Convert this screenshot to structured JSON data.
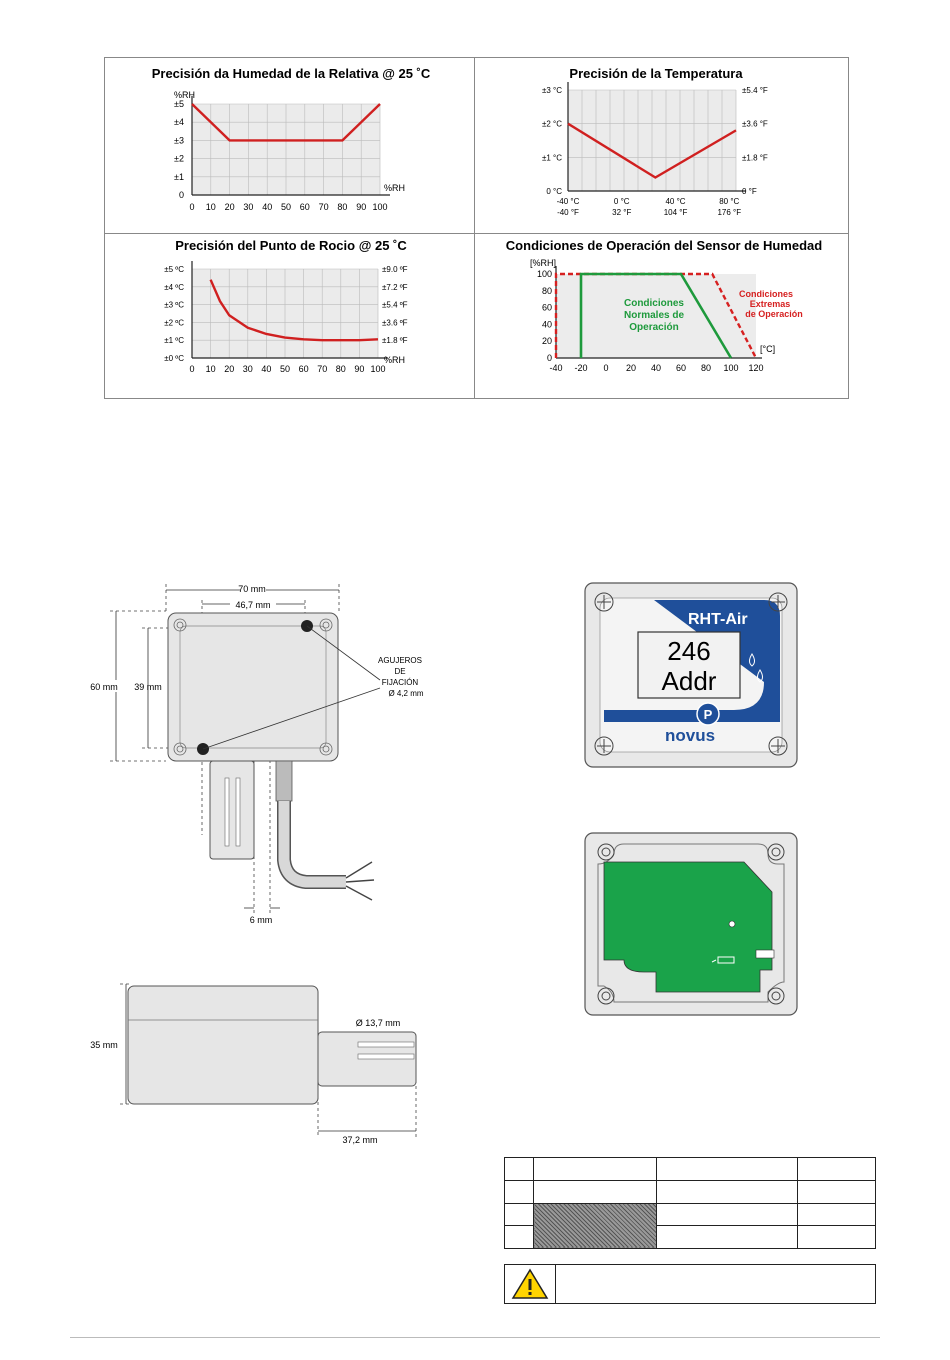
{
  "charts": {
    "humidity_accuracy": {
      "title": "Precisión da Humedad de la Relativa @ 25 ˚C",
      "y_unit": "%RH",
      "y_ticks": [
        "±5",
        "±4",
        "±3",
        "±2",
        "±1",
        "0"
      ],
      "x_unit": "%RH",
      "x_ticks": [
        "0",
        "10",
        "20",
        "30",
        "40",
        "50",
        "60",
        "70",
        "80",
        "90",
        "100"
      ]
    },
    "temperature_accuracy": {
      "title": "Precisión de la Temperatura",
      "y_left_ticks": [
        "±3 °C",
        "±2 °C",
        "±1 °C",
        "0 °C"
      ],
      "y_right_ticks": [
        "±5.4 °F",
        "±3.6 °F",
        "±1.8 °F",
        "0 °F"
      ],
      "x_ticks_c": [
        "-40 °C",
        "0 °C",
        "40 °C",
        "80 °C"
      ],
      "x_ticks_f": [
        "-40 °F",
        "32 °F",
        "104 °F",
        "176 °F"
      ]
    },
    "dewpoint_accuracy": {
      "title": "Precisión del Punto de Rocio @ 25 ˚C",
      "y_left_ticks": [
        "±5 ºC",
        "±4 ºC",
        "±3 ºC",
        "±2 ºC",
        "±1 ºC",
        "±0 ºC"
      ],
      "y_right_ticks": [
        "±9.0 ºF",
        "±7.2 ºF",
        "±5.4 ºF",
        "±3.6 ºF",
        "±1.8 ºF"
      ],
      "x_unit": "%RH",
      "x_ticks": [
        "0",
        "10",
        "20",
        "30",
        "40",
        "50",
        "60",
        "70",
        "80",
        "90",
        "100"
      ]
    },
    "operating_conditions": {
      "title": "Condiciones de Operación del Sensor de Humedad",
      "y_unit": "[%RH]",
      "y_ticks": [
        "100",
        "80",
        "60",
        "40",
        "20",
        "0"
      ],
      "x_unit": "[°C]",
      "x_ticks": [
        "-40",
        "-20",
        "0",
        "20",
        "40",
        "60",
        "80",
        "100",
        "120"
      ],
      "normal_label": [
        "Condiciones",
        "Normales de",
        "Operación"
      ],
      "extreme_label": [
        "Condiciones",
        "Extremas",
        "de Operación"
      ]
    }
  },
  "chart_data": [
    {
      "type": "line",
      "title": "Precisión da Humedad de la Relativa @ 25 ˚C",
      "xlabel": "%RH",
      "ylabel": "%RH",
      "x": [
        0,
        20,
        80,
        100
      ],
      "y": [
        5,
        3,
        3,
        5
      ],
      "xlim": [
        0,
        100
      ],
      "ylim": [
        0,
        5
      ]
    },
    {
      "type": "line",
      "title": "Precisión de la Temperatura",
      "x": [
        -40,
        25,
        85
      ],
      "y": [
        2,
        0.4,
        1.8
      ],
      "xlim": [
        -40,
        85
      ],
      "ylim": [
        0,
        3
      ]
    },
    {
      "type": "line",
      "title": "Precisión del Punto de Rocio @ 25 ˚C",
      "xlabel": "%RH",
      "x": [
        10,
        15,
        20,
        30,
        40,
        50,
        60,
        70,
        80,
        90,
        100
      ],
      "y": [
        4.4,
        3.2,
        2.4,
        1.7,
        1.35,
        1.15,
        1.05,
        1.0,
        1.0,
        1.0,
        1.05
      ],
      "xlim": [
        0,
        100
      ],
      "ylim": [
        0,
        5
      ]
    },
    {
      "type": "area",
      "title": "Condiciones de Operación del Sensor de Humedad",
      "xlabel": "[°C]",
      "ylabel": "[%RH]",
      "series": [
        {
          "name": "Condiciones Normales de Operación",
          "x": [
            -20,
            -20,
            60,
            100
          ],
          "y": [
            0,
            100,
            100,
            0
          ]
        },
        {
          "name": "Condiciones Extremas de Operación",
          "x": [
            -40,
            -40,
            85,
            120
          ],
          "y": [
            0,
            100,
            100,
            0
          ]
        }
      ],
      "xlim": [
        -40,
        120
      ],
      "ylim": [
        0,
        100
      ]
    }
  ],
  "dimensions": {
    "width_outer": "70 mm",
    "width_holes": "46,7 mm",
    "height_outer": "60 mm",
    "height_holes": "39 mm",
    "holes_label": [
      "AGUJEROS",
      "DE",
      "FIJACIÓN",
      "Ø 4,2 mm"
    ],
    "probe_offset": "6 mm",
    "depth": "35 mm",
    "probe_diameter": "Ø 13,7 mm",
    "probe_length": "37,2 mm"
  },
  "device": {
    "brand_label": "RHT-Air",
    "display_line1": "246",
    "display_line2": "Addr",
    "button_label": "P",
    "logo": "novus"
  },
  "colors": {
    "chart_line": "#d02020",
    "normal_zone": "#1e9a3c",
    "extreme_zone": "#d62020",
    "pcb_green": "#1aa34a",
    "device_blue": "#1f4f9a"
  }
}
